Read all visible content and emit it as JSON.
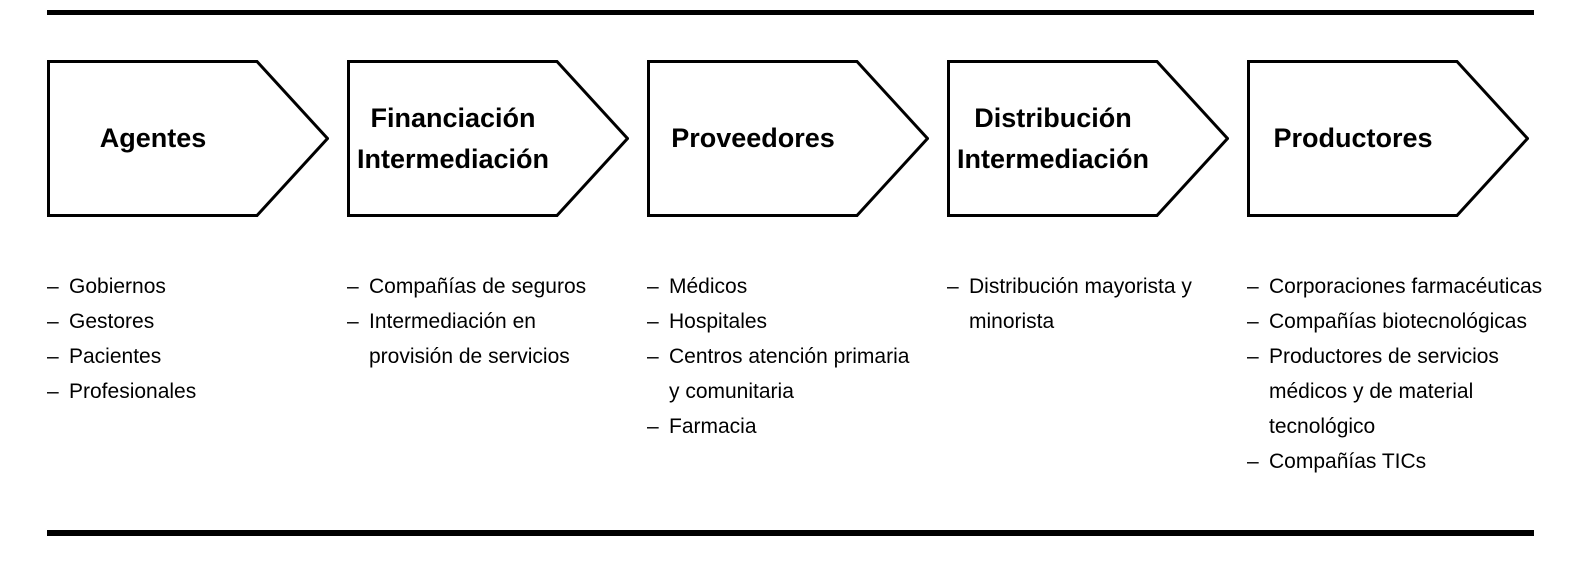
{
  "colors": {
    "ink": "#000000",
    "background": "#ffffff"
  },
  "diagram": {
    "list_marker": "–",
    "stages": [
      {
        "title_lines": [
          "Agentes"
        ],
        "items": [
          "Gobiernos",
          "Gestores",
          "Pacientes",
          "Profesionales"
        ]
      },
      {
        "title_lines": [
          "Financiación",
          "Intermediación"
        ],
        "items": [
          "Compañías de seguros",
          "Intermediación en\nprovisión de servicios"
        ]
      },
      {
        "title_lines": [
          "Proveedores"
        ],
        "items": [
          "Médicos",
          "Hospitales",
          "Centros atención primaria\ny comunitaria",
          "Farmacia"
        ]
      },
      {
        "title_lines": [
          "Distribución",
          "Intermediación"
        ],
        "items": [
          "Distribución mayorista y\nminorista"
        ]
      },
      {
        "title_lines": [
          "Productores"
        ],
        "items": [
          "Corporaciones farmacéuticas",
          "Compañías biotecnológicas",
          "Productores de servicios\nmédicos y de material\ntecnológico",
          "Compañías TICs"
        ]
      }
    ]
  }
}
